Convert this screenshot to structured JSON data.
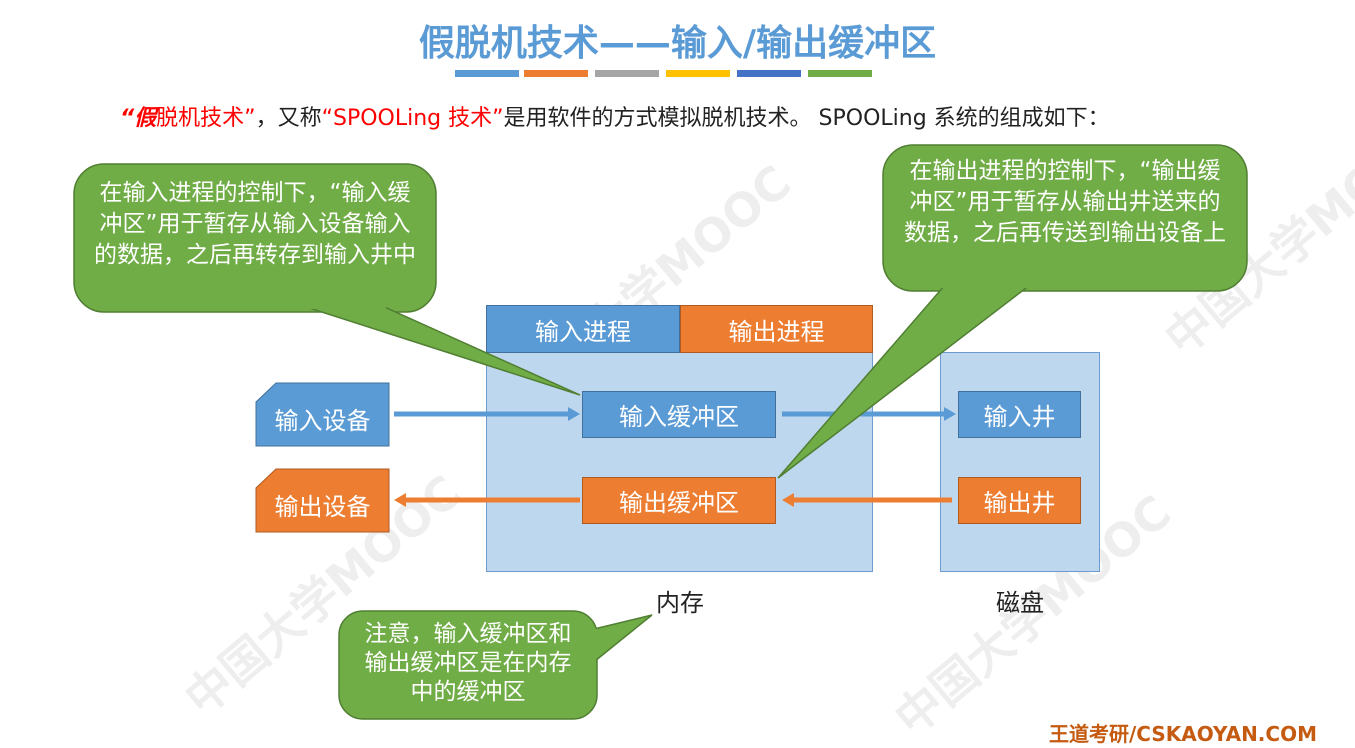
{
  "title": "假脱机技术——输入/输出缓冲区",
  "underline_colors": [
    "#5b9bd5",
    "#ed7d31",
    "#a5a5a5",
    "#ffc000",
    "#4472c4",
    "#70ad47"
  ],
  "subtitle": {
    "part1": "“假",
    "part2": "脱机技术”",
    "part3": "，又称",
    "part4": "“SPOOLing 技术”",
    "part5": "是用软件的方式模拟脱机技术。 SPOOLing 系统的组成如下："
  },
  "diagram": {
    "input_process": "输入进程",
    "output_process": "输出进程",
    "input_device": "输入设备",
    "output_device": "输出设备",
    "input_buffer": "输入缓冲区",
    "output_buffer": "输出缓冲区",
    "input_well": "输入井",
    "output_well": "输出井",
    "memory_label": "内存",
    "disk_label": "磁盘"
  },
  "callouts": {
    "input": "在输入进程的控制下，“输入缓冲区”用于暂存从输入设备输入的数据，之后再转存到输入井中",
    "output": "在输出进程的控制下，“输出缓冲区”用于暂存从输出井送来的数据，之后再传送到输出设备上",
    "note": "注意，输入缓冲区和输出缓冲区是在内存中的缓冲区"
  },
  "footer": "王道考研/CSKAOYAN.COM",
  "watermark": "中国大学MOOC"
}
